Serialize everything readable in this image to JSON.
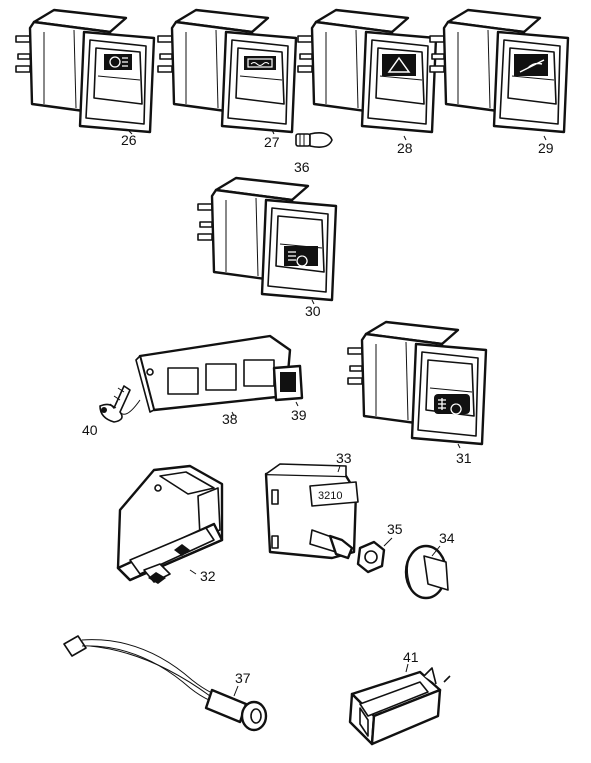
{
  "diagram": {
    "parts": [
      {
        "id": "p26",
        "label": "26"
      },
      {
        "id": "p27",
        "label": "27"
      },
      {
        "id": "p28",
        "label": "28"
      },
      {
        "id": "p29",
        "label": "29"
      },
      {
        "id": "p36",
        "label": "36"
      },
      {
        "id": "p30",
        "label": "30"
      },
      {
        "id": "p40",
        "label": "40"
      },
      {
        "id": "p38",
        "label": "38"
      },
      {
        "id": "p39",
        "label": "39"
      },
      {
        "id": "p31",
        "label": "31"
      },
      {
        "id": "p33",
        "label": "33"
      },
      {
        "id": "p35",
        "label": "35"
      },
      {
        "id": "p34",
        "label": "34"
      },
      {
        "id": "p32",
        "label": "32"
      },
      {
        "id": "p37",
        "label": "37"
      },
      {
        "id": "p41",
        "label": "41"
      }
    ],
    "part33_marking": "3210",
    "icons": {
      "p26": "headlamp-icon",
      "p27": "rear-window-heater-icon",
      "p28": "hazard-triangle-icon",
      "p29": "wiper-icon",
      "p30": "fog-lamp-icon",
      "p31": "rear-fog-lamp-icon"
    }
  }
}
